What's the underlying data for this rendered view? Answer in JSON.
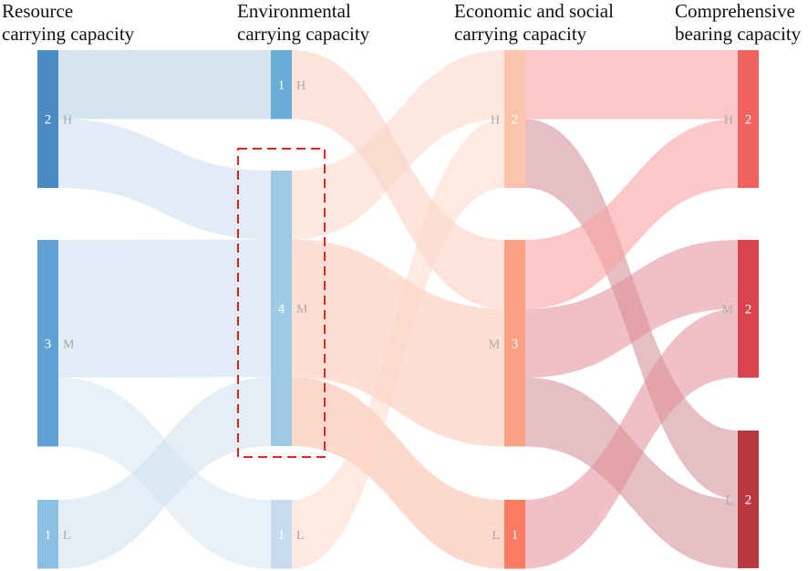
{
  "columns": [
    {
      "title": "Resource\ncarrying capacity"
    },
    {
      "title": "Environmental\ncarrying capacity"
    },
    {
      "title": "Economic and social\ncarrying capacity"
    },
    {
      "title": "Comprehensive\nbearing capacity"
    }
  ],
  "nodes": [
    {
      "id": "R-H",
      "column": 0,
      "level": "H",
      "count": "2",
      "color": "#4a8ac3"
    },
    {
      "id": "R-M",
      "column": 0,
      "level": "M",
      "count": "3",
      "color": "#60a2d4"
    },
    {
      "id": "R-L",
      "column": 0,
      "level": "L",
      "count": "1",
      "color": "#8bbfe2"
    },
    {
      "id": "E-H",
      "column": 1,
      "level": "H",
      "count": "1",
      "color": "#68acd8"
    },
    {
      "id": "E-M",
      "column": 1,
      "level": "M",
      "count": "4",
      "color": "#9ecae4"
    },
    {
      "id": "E-L",
      "column": 1,
      "level": "L",
      "count": "1",
      "color": "#c6dbef"
    },
    {
      "id": "S-H",
      "column": 2,
      "level": "H",
      "count": "2",
      "color": "#fcc5ab"
    },
    {
      "id": "S-M",
      "column": 2,
      "level": "M",
      "count": "3",
      "color": "#fca083"
    },
    {
      "id": "S-L",
      "column": 2,
      "level": "L",
      "count": "1",
      "color": "#fb7b60"
    },
    {
      "id": "C-H",
      "column": 3,
      "level": "H",
      "count": "2",
      "color": "#f0605c"
    },
    {
      "id": "C-M",
      "column": 3,
      "level": "M",
      "count": "2",
      "color": "#d9434d"
    },
    {
      "id": "C-L",
      "column": 3,
      "level": "L",
      "count": "2",
      "color": "#b8393f"
    }
  ],
  "links": [
    {
      "source": "R-H",
      "target": "E-H",
      "value": 1,
      "color": "#c6dcec",
      "opacity": 0.75
    },
    {
      "source": "R-H",
      "target": "E-M",
      "value": 1,
      "color": "#cde0f0",
      "opacity": 0.6
    },
    {
      "source": "R-M",
      "target": "E-M",
      "value": 2,
      "color": "#cde0f0",
      "opacity": 0.6
    },
    {
      "source": "R-M",
      "target": "E-L",
      "value": 1,
      "color": "#d6e4f3",
      "opacity": 0.55
    },
    {
      "source": "R-L",
      "target": "E-M",
      "value": 1,
      "color": "#cde0f0",
      "opacity": 0.55
    },
    {
      "source": "E-H",
      "target": "S-M",
      "value": 1,
      "color": "#fcd0c2",
      "opacity": 0.6
    },
    {
      "source": "E-M",
      "target": "S-H",
      "value": 1,
      "color": "#fcd3c4",
      "opacity": 0.5
    },
    {
      "source": "E-M",
      "target": "S-L",
      "value": 1,
      "color": "#fbb8a3",
      "opacity": 0.55
    },
    {
      "source": "E-M",
      "target": "S-M",
      "value": 2,
      "color": "#fcc9b6",
      "opacity": 0.6
    },
    {
      "source": "E-L",
      "target": "S-H",
      "value": 1,
      "color": "#fdd6c8",
      "opacity": 0.5
    },
    {
      "source": "S-H",
      "target": "C-H",
      "value": 1,
      "color": "#f7a4a0",
      "opacity": 0.6
    },
    {
      "source": "S-H",
      "target": "C-L",
      "value": 1,
      "color": "#cf8a92",
      "opacity": 0.55
    },
    {
      "source": "S-M",
      "target": "C-H",
      "value": 1,
      "color": "#f7a4a0",
      "opacity": 0.6
    },
    {
      "source": "S-M",
      "target": "C-M",
      "value": 1,
      "color": "#e28d97",
      "opacity": 0.55
    },
    {
      "source": "S-M",
      "target": "C-L",
      "value": 1,
      "color": "#cf8a92",
      "opacity": 0.55
    },
    {
      "source": "S-L",
      "target": "C-M",
      "value": 1,
      "color": "#e28d97",
      "opacity": 0.55
    }
  ],
  "highlight": {
    "node": "E-M",
    "style": "dashed",
    "color": "#e2231a"
  }
}
